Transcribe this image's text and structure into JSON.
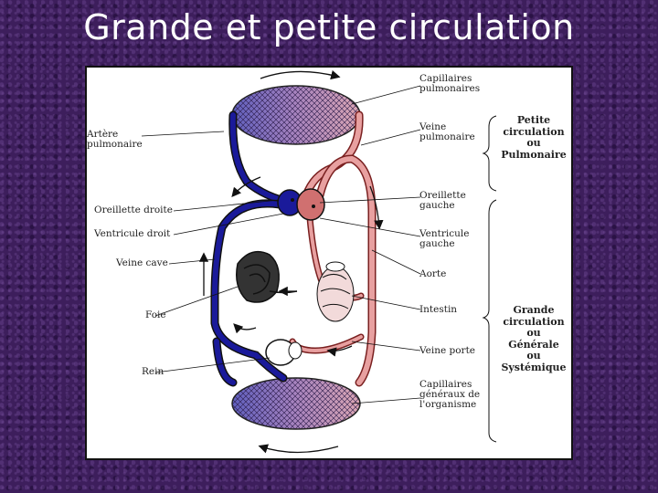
{
  "title": "Grande et petite circulation",
  "labels_left": {
    "artere_pulmonaire": "Artère pulmonaire",
    "oreillette_droite": "Oreillette droite",
    "ventricule_droit": "Ventricule droit",
    "veine_cave": "Veine cave",
    "foie": "Foie",
    "rein": "Rein"
  },
  "labels_right": {
    "capillaires_pulmonaires": "Capillaires pulmonaires",
    "veine_pulmonaire": "Veine pulmonaire",
    "oreillette_gauche": "Oreillette gauche",
    "ventricule_gauche": "Ventricule gauche",
    "aorte": "Aorte",
    "intestin": "Intestin",
    "veine_porte": "Veine porte",
    "capillaires_generaux": "Capillaires généraux de l'organisme"
  },
  "brace_labels": {
    "petite": [
      "Petite",
      "circulation",
      "ou",
      "Pulmonaire"
    ],
    "grande": [
      "Grande",
      "circulation",
      "ou",
      "Générale",
      "ou",
      "Systémique"
    ]
  },
  "colors": {
    "venous": "#1a1a9a",
    "arterial": "#e8a0a0",
    "arterial_outline": "#7a2020",
    "background": "#3d1e5c"
  }
}
